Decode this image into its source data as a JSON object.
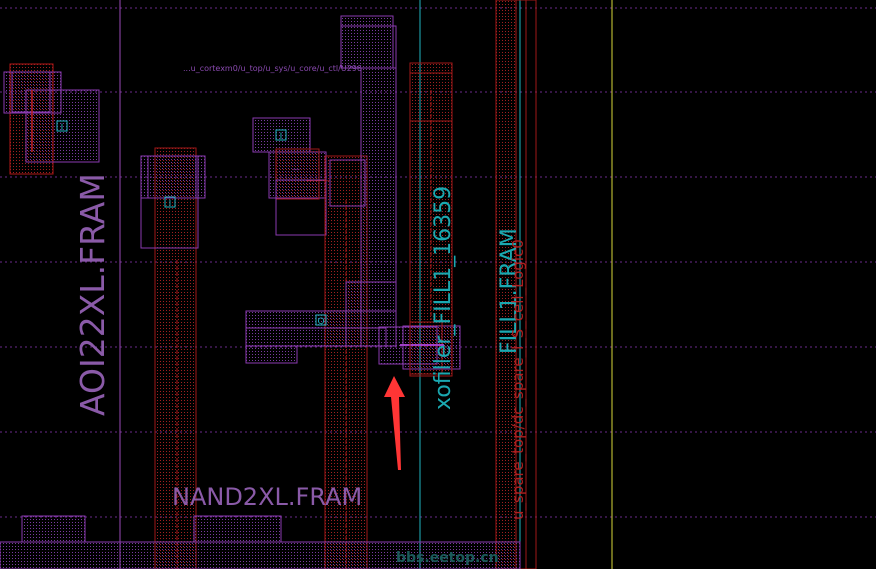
{
  "cells": {
    "aoi": "AOI22XL.FRAM",
    "nand": "NAND2XL.FRAM",
    "xofiller": "xofiller_FILL1_16359",
    "fill": "FILL1.FRAM",
    "spare": "u_spare_top/dc_spare_l_S_cell_Logic0"
  },
  "net_path": "...u_cortexm0/u_top/u_sys/u_core/u_ctl/U296",
  "pin_labels": {
    "a": "I",
    "b": "I",
    "c": "I",
    "o": "O"
  },
  "small_labels": {
    "s1": "—",
    "s2": "———"
  },
  "watermark": "bbs.eetop.cn",
  "colors": {
    "background": "#000000",
    "grid_purple": "#7a2a9a",
    "grid_cyan": "#1fb3c0",
    "metal_red": "#b01818",
    "poly_purple": "#8a3ab0",
    "cell_label_purple": "#8a5aa8",
    "filler_cyan": "#1aa8b0",
    "arrow_red": "#ff3535",
    "guide_yellow": "#d8d83a"
  }
}
